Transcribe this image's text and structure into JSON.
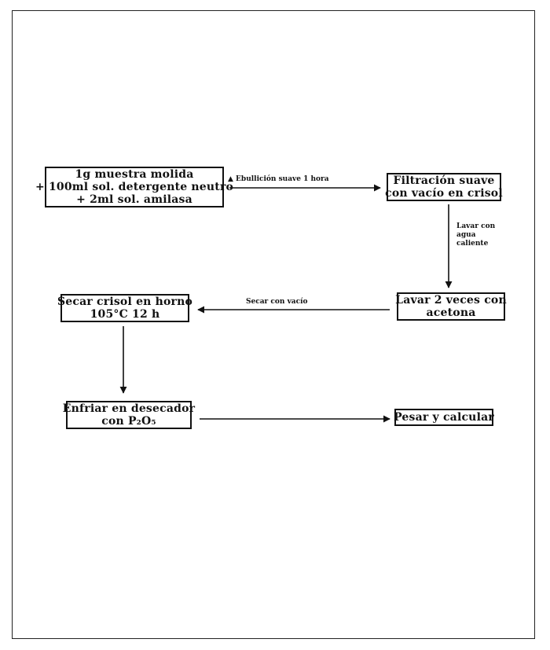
{
  "nodes": {
    "sample": {
      "line1": "1g muestra molida",
      "line2": "+ 100ml sol. detergente neutro",
      "line3": "+ 2ml sol. amilasa"
    },
    "filter": {
      "line1": "Filtración suave",
      "line2": "con vacío en crisol"
    },
    "acetone": {
      "line1": "Lavar 2 veces con",
      "line2": "acetona"
    },
    "dry": {
      "line1": "Secar crisol en horno",
      "line2": "105°C 12 h"
    },
    "cool": {
      "line1": "Enfriar en desecador",
      "line2": "con P₂O₅"
    },
    "weigh": {
      "line1": "Pesar y calcular"
    }
  },
  "edges": {
    "boil": "▲ Ebullición suave 1 hora",
    "wash_water": {
      "line1": "Lavar con",
      "line2": "agua",
      "line3": "caliente"
    },
    "vacuum_dry": "Secar con vacío"
  }
}
